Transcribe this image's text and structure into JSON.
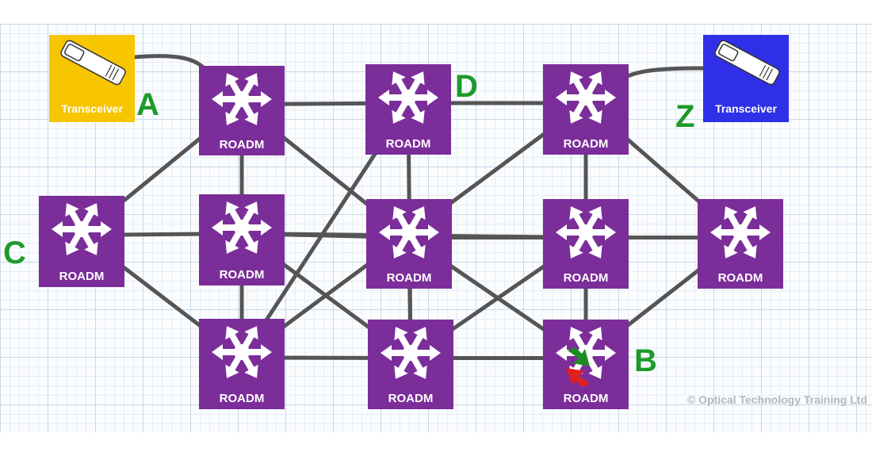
{
  "colors": {
    "roadm": "#7b2d9a",
    "link": "#555555",
    "transceiver_a": "#f7c600",
    "transceiver_z": "#2f2fe8",
    "letter": "#1d9a2a",
    "arrow_green": "#1e8a24",
    "arrow_red": "#e02020"
  },
  "icons": {
    "roadm": "roadm-star-arrows-icon",
    "transceiver": "sfp-transceiver-icon",
    "fault": "red-green-arrows-icon"
  },
  "nodes": [
    {
      "id": "r1",
      "label": "ROADM"
    },
    {
      "id": "r2",
      "label": "ROADM"
    },
    {
      "id": "r3",
      "label": "ROADM"
    },
    {
      "id": "r4",
      "label": "ROADM"
    },
    {
      "id": "r5",
      "label": "ROADM"
    },
    {
      "id": "r6",
      "label": "ROADM"
    },
    {
      "id": "r7",
      "label": "ROADM"
    },
    {
      "id": "r8",
      "label": "ROADM"
    },
    {
      "id": "r9",
      "label": "ROADM"
    },
    {
      "id": "r10",
      "label": "ROADM"
    },
    {
      "id": "r11",
      "label": "ROADM"
    }
  ],
  "transceivers": [
    {
      "id": "ta",
      "label": "Transceiver"
    },
    {
      "id": "tz",
      "label": "Transceiver"
    }
  ],
  "endpoint_letters": {
    "a": "A",
    "d": "D",
    "z": "Z",
    "c": "C",
    "b": "B"
  },
  "links": [
    [
      "ta",
      "r1"
    ],
    [
      "tz",
      "r3"
    ],
    [
      "r1",
      "r2"
    ],
    [
      "r2",
      "r3"
    ],
    [
      "r1",
      "r5"
    ],
    [
      "r1",
      "r4"
    ],
    [
      "r1",
      "r6"
    ],
    [
      "r2",
      "r9"
    ],
    [
      "r2",
      "r10"
    ],
    [
      "r3",
      "r7"
    ],
    [
      "r3",
      "r8"
    ],
    [
      "r3",
      "r9"
    ],
    [
      "r4",
      "r5"
    ],
    [
      "r4",
      "r9"
    ],
    [
      "r5",
      "r9"
    ],
    [
      "r5",
      "r6"
    ],
    [
      "r5",
      "r10"
    ],
    [
      "r5",
      "r7"
    ],
    [
      "r6",
      "r7"
    ],
    [
      "r6",
      "r11"
    ],
    [
      "r6",
      "r10"
    ],
    [
      "r7",
      "r8"
    ],
    [
      "r7",
      "r11"
    ],
    [
      "r7",
      "r10"
    ],
    [
      "r8",
      "r11"
    ],
    [
      "r9",
      "r10"
    ],
    [
      "r10",
      "r11"
    ]
  ],
  "copyright": "© Optical Technology Training Ltd"
}
